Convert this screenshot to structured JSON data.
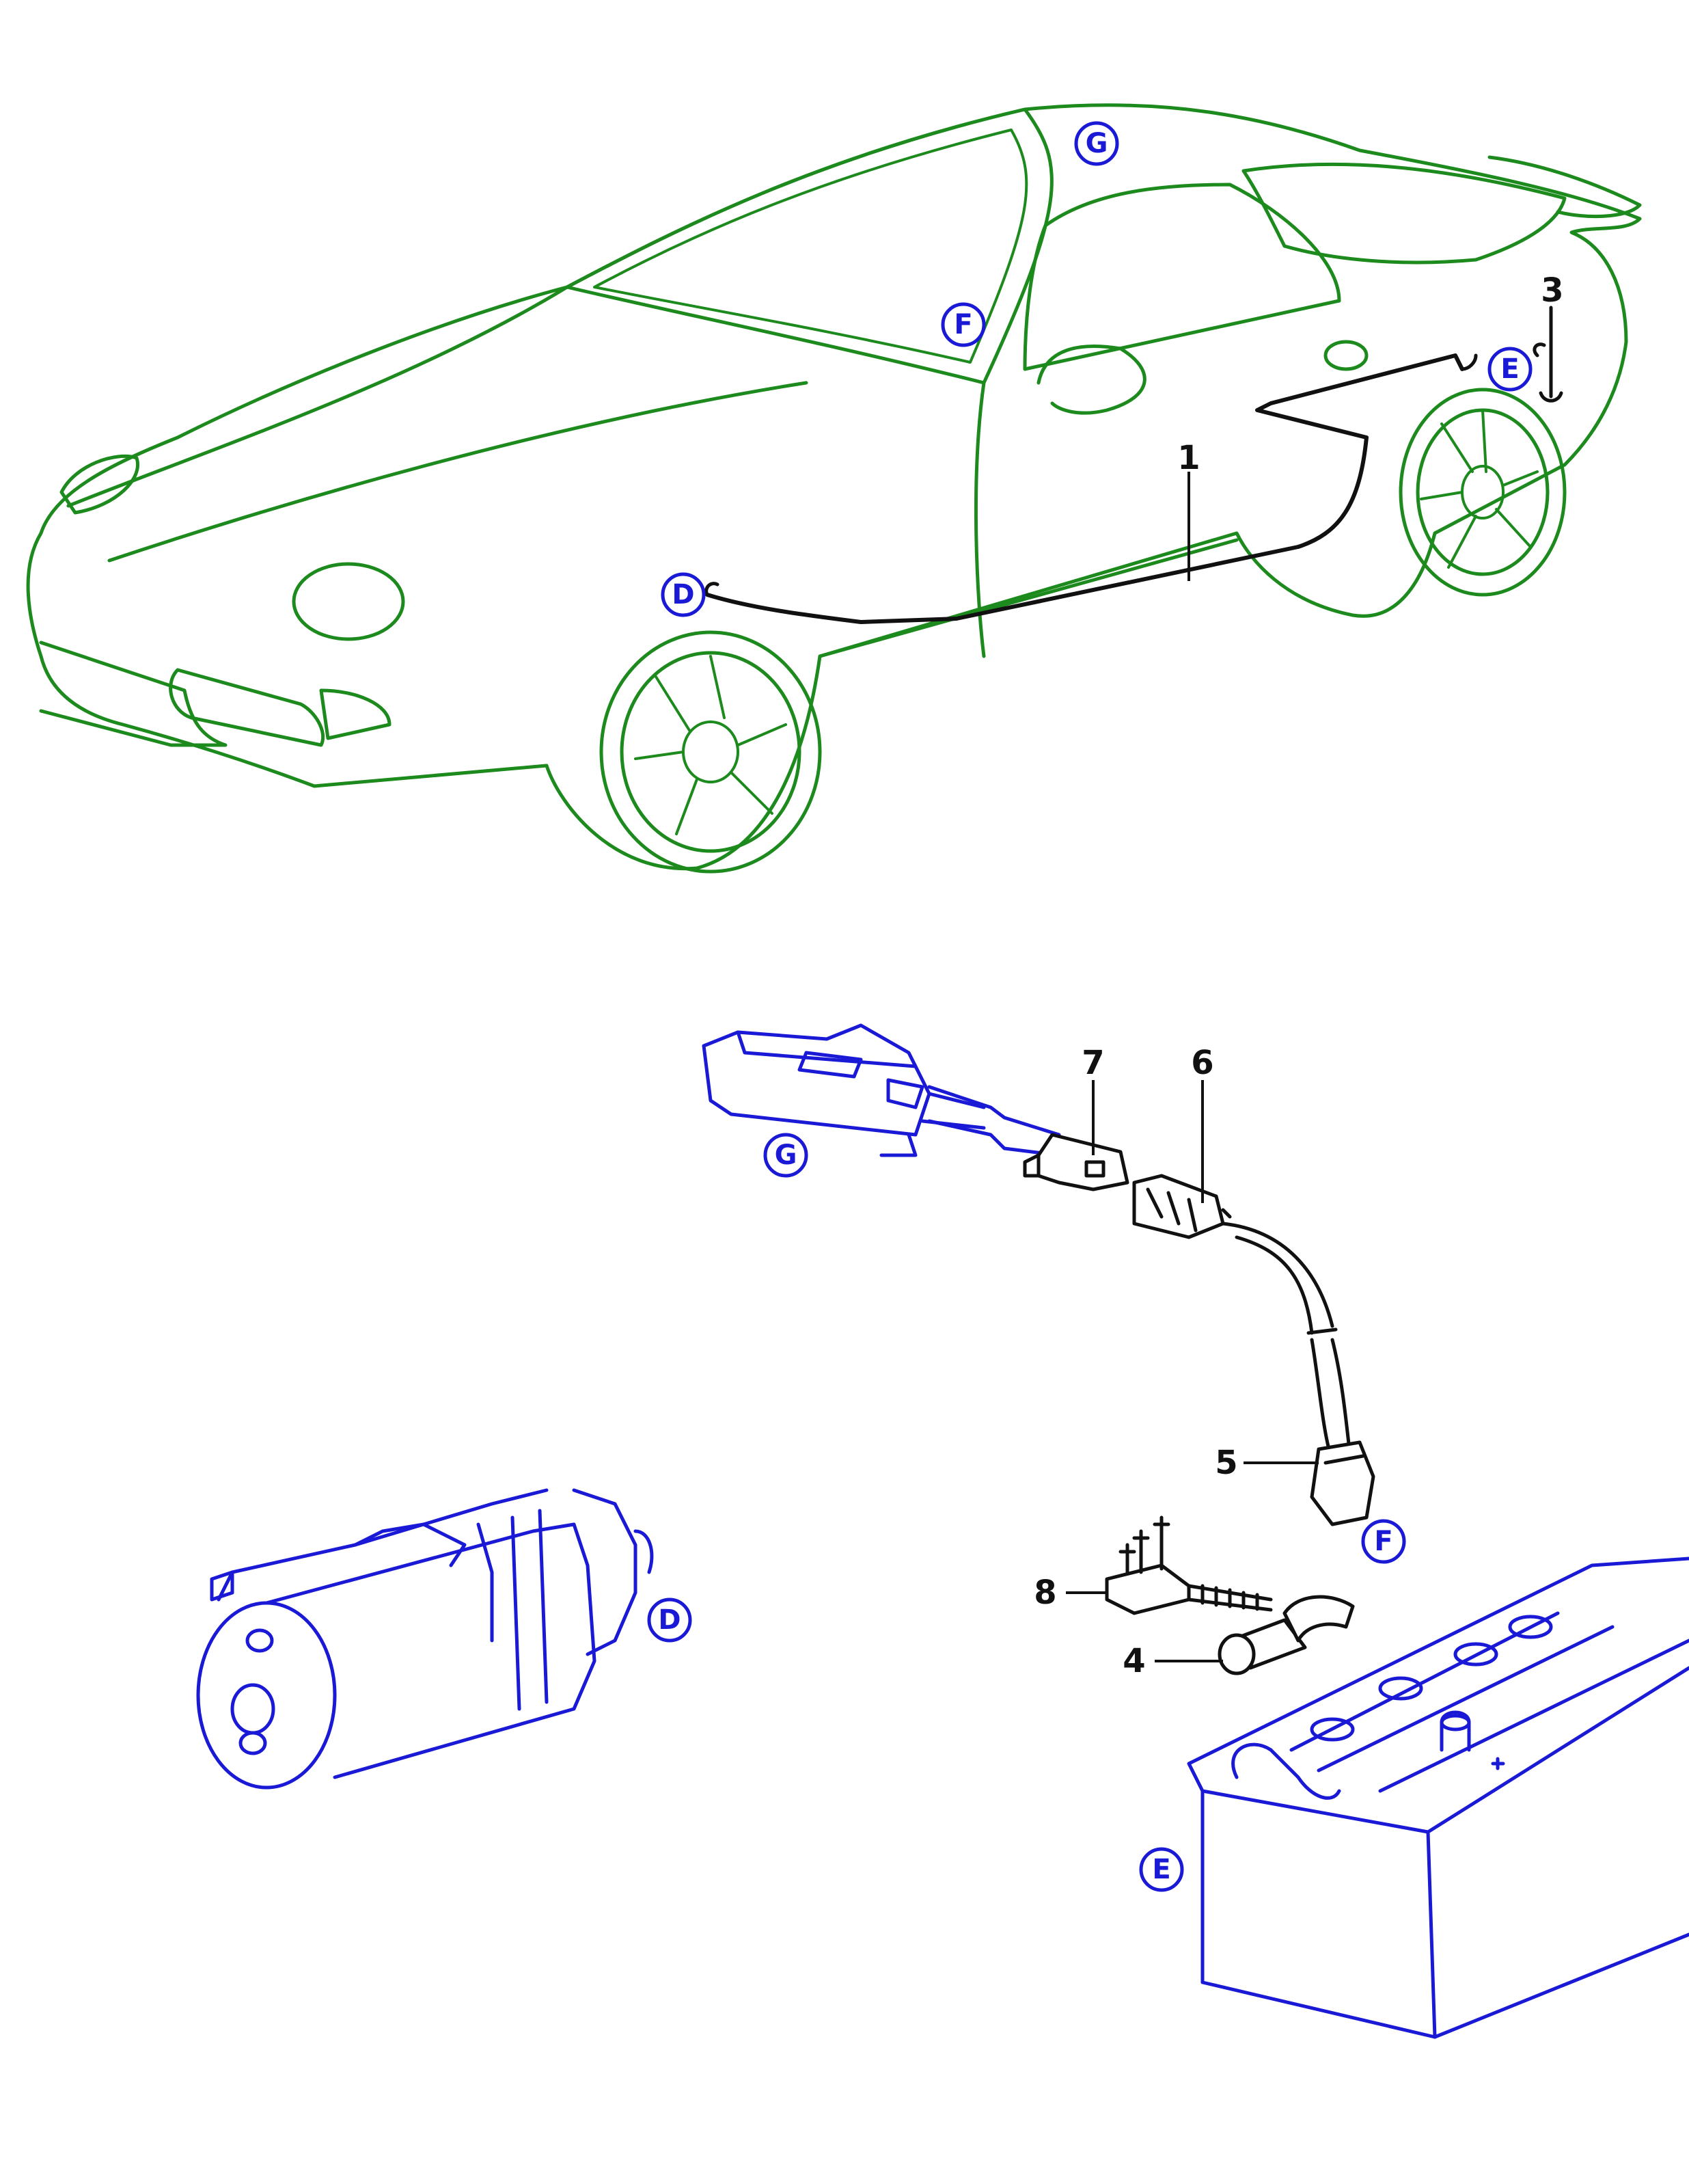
{
  "colors": {
    "vehicle_outline": "#1c8a1c",
    "component_outline": "#1a1ad6",
    "wire": "#111111",
    "callout": "#1a1ad6"
  },
  "callouts": {
    "car_roof": "G",
    "car_dash": "F",
    "car_rear": "E",
    "car_front": "D",
    "control_unit": "G",
    "socket": "F",
    "starter": "D",
    "battery": "E"
  },
  "part_numbers": {
    "cable": "1",
    "rear_clip": "3",
    "socket": "5",
    "connector_6": "6",
    "connector_7": "7",
    "terminal_block": "8",
    "clamp": "4"
  }
}
